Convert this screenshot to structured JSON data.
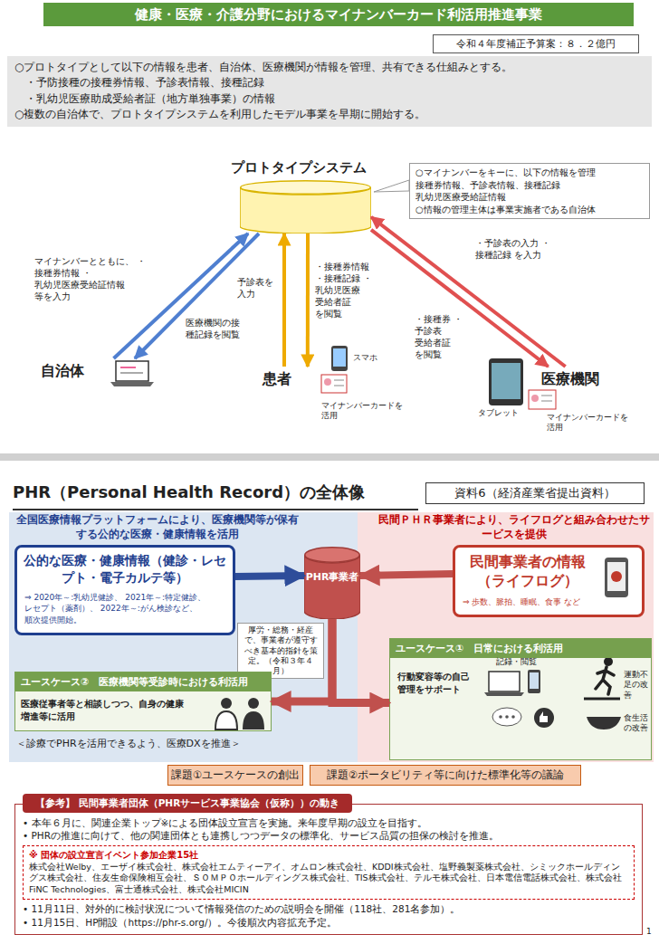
{
  "diagram": {
    "title": "健康・医療・介護分野におけるマイナンバーカード利活用推進事業",
    "nodes": [
      {
        "text": [
          "令和４年度補正予算案：８．２億円"
        ]
      },
      {
        "text": [
          "○プロトタイプとして以下の情報を患者、自治体、医療機関が情報を管理、共有できる仕組みとする。",
          "・予防接種の接種券情報、予診表情報、接種記録",
          "・乳幼児医療助成受給者証（地方単独事業）の情報",
          "○複数の自治体で、プロトタイプシステムを利用したモデル事業を早期に開始する。"
        ]
      },
      {
        "text": [
          "プロトタイプシステム"
        ]
      },
      {
        "text": [
          "○マイナンバーをキーに、以下の情報を管理 接種券情報、予診表情報、接種記録 乳幼児医療受給証情報",
          "○情報の管理主体は事業実施者である自治体"
        ]
      },
      {
        "text": [
          "自治体"
        ]
      },
      {
        "text": [
          "患者"
        ]
      },
      {
        "text": [
          "医療機関"
        ]
      },
      {
        "text": [
          "資料6（経済産業省提出資料）"
        ]
      },
      {
        "text": [
          "公的な医療・健康情報（健診・レセプト・電子カルテ等）",
          "⇒ 2020年～:乳幼児健診、 2021年～:特定健診、レセプト（薬剤）、 2022年～:がん検診など、順次提供開始。"
        ]
      },
      {
        "text": [
          "PHR事業者"
        ]
      },
      {
        "text": [
          "厚労・総務・経産で、事業者が遵守すべき基本的指針を策定。（令和３年４月）"
        ]
      },
      {
        "text": [
          "民間事業者の情報（ライフログ）",
          "⇒ 歩数、脈拍、睡眠、食事 など"
        ]
      },
      {
        "text": [
          "ユースケース②　医療機関等受診時における利活用",
          "医療従事者等と相談しつつ、自身の健康増進等に活用"
        ]
      },
      {
        "text": [
          "ユースケース①　日常における利活用",
          "行動変容等の自己管理をサポート"
        ]
      },
      {
        "text": [
          "課題①ユースケースの創出"
        ]
      },
      {
        "text": [
          "課題②ポータビリティ等に向けた標準化等の議論"
        ]
      },
      {
        "text": [
          "【参考】 民間事業者団体（PHRサービス事業協会（仮称））の動き",
          "• 本年６月に、関連企業トップ※による団体設立宣言を実施。来年度早期の設立を目指す。",
          "• PHRの推進に向けて、他の関連団体とも連携しつつデータの標準化、サービス品質の担保の検討を推進。",
          "• 11月11日、対外的に検討状況について情報発信のための説明会を開催（118社、281名参加）。",
          "• 11月15日、HP開設（https://phr-s.org/）。今後順次内容拡充予定。"
        ]
      },
      {
        "text": [
          "※ 団体の設立宣言イベント参加企業15社",
          "株式会社Welby、エーザイ株式会社、株式会社エムティーアイ、オムロン株式会社、KDDI株式会社、塩野義製薬株式会社、シミックホールディングス株式会社、住友生命保険相互会社、ＳＯＭＰＯホールディングス株式会社、TIS株式会社、テルモ株式会社、日本電信電話株式会社、株式会社FiNC Technologies、富士通株式会社、株式会社MICIN"
        ],
        "in": 16
      }
    ],
    "edges": [
      {
        "from": 4,
        "to": 2,
        "arrow": "to",
        "label": "マイナンバーとともに、 ・接種券情報 ・乳幼児医療受給証情報 等を入力"
      },
      {
        "from": 2,
        "to": 4,
        "arrow": "to",
        "label": "医療機関の接種記録を閲覧"
      },
      {
        "from": 5,
        "to": 2,
        "arrow": "to",
        "label": "予診表を入力"
      },
      {
        "from": 2,
        "to": 5,
        "arrow": "to",
        "label": "・接種券情報 ・接種記録 ・乳幼児医療 受給者証 を閲覧"
      },
      {
        "from": 6,
        "to": 2,
        "arrow": "to",
        "label": "・予診表の入力 ・接種記録 を入力"
      },
      {
        "from": 2,
        "to": 6,
        "arrow": "to",
        "label": "・接種券 ・予診表 受給者証 を閲覧"
      },
      {
        "from": 8,
        "to": 9,
        "arrow": "to"
      },
      {
        "from": 11,
        "to": 9,
        "arrow": "to"
      },
      {
        "from": 9,
        "to": 12,
        "arrow": "to"
      },
      {
        "from": 9,
        "to": 13,
        "arrow": "to"
      }
    ],
    "labels": [
      "PHR（Personal Health Record）の全体像",
      "全国医療情報プラットフォームにより、医療機関等が保有する公的な医療・健康情報を活用",
      "民間ＰＨＲ事業者により、ライフログと組み合わせたサービスを提供",
      "スマホ",
      "マイナンバーカードを活用",
      "タブレット",
      "マイナンバーカードを活用",
      "記録・閲覧",
      "運動不足の改善",
      "食生活の改善",
      "＜診療でPHRを活用できるよう、医療DXを推進＞",
      "1"
    ]
  }
}
